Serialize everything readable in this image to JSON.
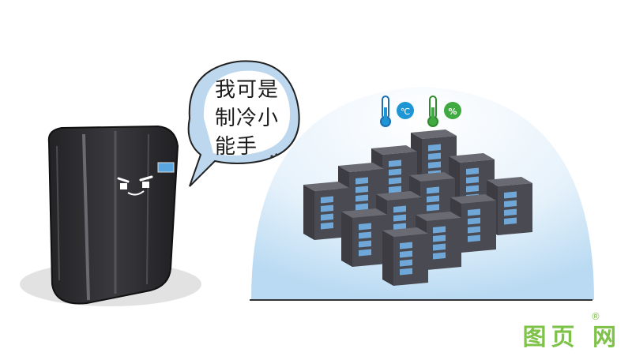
{
  "bubble": {
    "line1": "我可是",
    "line2": "制冷小",
    "line3": "能手"
  },
  "icons": {
    "temperature_unit": "℃",
    "humidity_unit": "%"
  },
  "watermark": {
    "text": "图页 网",
    "registered": "®"
  },
  "colors": {
    "dome": "#cfe6f7",
    "rack": "#4a4a52",
    "panel_light": "#6fa8d8",
    "ac_unit": "#2d2d30",
    "icon_blue": "#1e96d6",
    "icon_green": "#3faa3f",
    "watermark": "#7fc24a"
  }
}
